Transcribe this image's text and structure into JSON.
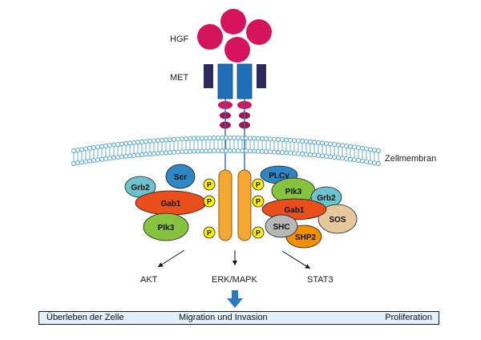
{
  "ligand": {
    "label": "HGF",
    "color": "#d6135d"
  },
  "receptor": {
    "label": "MET",
    "outer_color": "#2d2a5e",
    "inner_color": "#1d6fb8"
  },
  "membrane": {
    "label": "Zellmembran",
    "color": "#3e9bd2"
  },
  "adapters": {
    "grb2_left": "Grb2",
    "scr": "Scr",
    "gab1_left": "Gab1",
    "pik3_left": "PIk3",
    "plcg": "PLCγ",
    "pik3_right": "PIk3",
    "grb2_right": "Grb2",
    "gab1_right": "Gab1",
    "sos": "SOS",
    "shc": "SHC",
    "shp2": "SHP2"
  },
  "phospho_label": "P",
  "pathways": {
    "akt": "AKT",
    "erk": "ERK/MAPK",
    "stat3": "STAT3"
  },
  "outcomes": {
    "survival": "Überleben der Zelle",
    "migration": "Migration und Invasion",
    "proliferation": "Proliferation"
  },
  "colors": {
    "grb2": "#6cc3cb",
    "scr": "#2f86c5",
    "gab1": "#e94e1b",
    "pik3": "#86c440",
    "plcg": "#2f86c5",
    "sos": "#e7c89c",
    "shc": "#b7b7b7",
    "shp2": "#f29100",
    "phospho": "#fff200",
    "kinase": "#f4a731",
    "arrow": "#2b78c1"
  }
}
